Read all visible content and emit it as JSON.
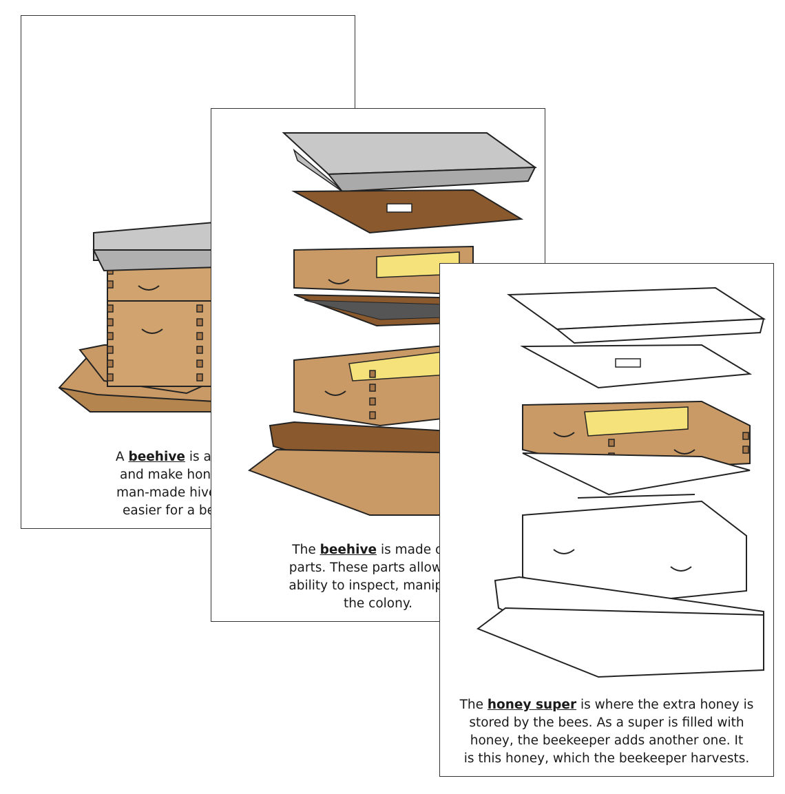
{
  "cards": [
    {
      "caption_lines": [
        {
          "pre": "A ",
          "term": "beehive",
          "post": " is a structu"
        },
        {
          "pre": "and make honey. The",
          "term": "",
          "post": ""
        },
        {
          "pre": "man-made hive. This t",
          "term": "",
          "post": ""
        },
        {
          "pre": "easier for a beekeep",
          "term": "",
          "post": ""
        }
      ]
    },
    {
      "caption_lines": [
        {
          "pre": "The ",
          "term": "beehive",
          "post": " is made of m"
        },
        {
          "pre": "parts. These parts allow the",
          "term": "",
          "post": ""
        },
        {
          "pre": "ability to inspect, manipulat",
          "term": "",
          "post": ""
        },
        {
          "pre": "the colony.",
          "term": "",
          "post": ""
        }
      ]
    },
    {
      "caption_lines": [
        {
          "pre": "The ",
          "term": "honey super",
          "post": " is where the extra honey is"
        },
        {
          "pre": "stored by the bees. As a super is filled with",
          "term": "",
          "post": ""
        },
        {
          "pre": "honey, the beekeeper adds another one. It",
          "term": "",
          "post": ""
        },
        {
          "pre": "is this honey, which the beekeeper harvests.",
          "term": "",
          "post": ""
        }
      ]
    }
  ],
  "colors": {
    "wood": "#c99a66",
    "wood_dark": "#8a5a2e",
    "roof": "#c8c8c8",
    "honey": "#f5e27a",
    "outline": "#222222"
  }
}
